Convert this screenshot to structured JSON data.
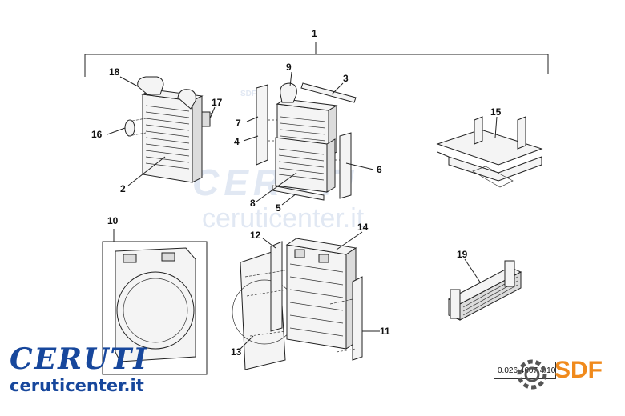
{
  "diagram": {
    "callouts": {
      "c1": "1",
      "c2": "2",
      "c3": "3",
      "c4": "4",
      "c5": "5",
      "c6": "6",
      "c7": "7",
      "c8": "8",
      "c9": "9",
      "c10": "10",
      "c11": "11",
      "c12": "12",
      "c13": "13",
      "c14": "14",
      "c15": "15",
      "c16": "16",
      "c17": "17",
      "c18": "18",
      "c19": "19"
    },
    "watermark": {
      "brand": "CERUTI",
      "url": "ceruticenter.it",
      "sdf_mark": "SDF"
    }
  },
  "branding": {
    "title": "CERUTI",
    "url": "ceruticenter.it",
    "title_color": "#17479c",
    "sdf_label": "SDF",
    "sdf_color": "#f08a1c"
  },
  "reference": {
    "code": "0.026.4607.4/10"
  }
}
